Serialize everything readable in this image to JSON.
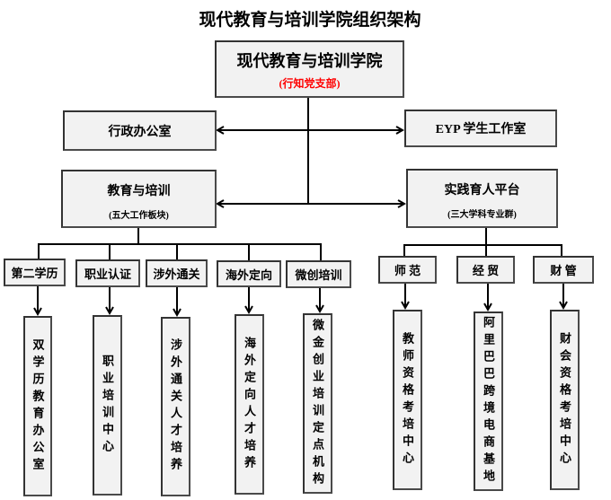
{
  "title": "现代教育与培训学院组织架构",
  "colors": {
    "box_fill": "#f2f2f2",
    "box_border": "#4a4a4a",
    "party_branch_text": "#ff0000",
    "connector": "#000000"
  },
  "root": {
    "name": "现代教育与培训学院",
    "subtitle": "(行知党支部)"
  },
  "admin_office": {
    "name": "行政办公室"
  },
  "eyp_studio": {
    "name": "EYP 学生工作室"
  },
  "education": {
    "name": "教育与培训",
    "subtitle": "(五大工作板块)",
    "sectors": [
      {
        "name": "第二学历",
        "unit": "双学历教育办公室"
      },
      {
        "name": "职业认证",
        "unit": "职业培训中心"
      },
      {
        "name": "涉外通关",
        "unit": "涉外通关人才培养"
      },
      {
        "name": "海外定向",
        "unit": "海外定向人才培养"
      },
      {
        "name": "微创培训",
        "unit": "微金创业培训定点机构"
      }
    ]
  },
  "practice": {
    "name": "实践育人平台",
    "subtitle": "(三大学科专业群)",
    "disciplines": [
      {
        "name": "师 范",
        "unit": "教师资格考培中心"
      },
      {
        "name": "经 贸",
        "unit": "阿里巴巴跨境电商基地"
      },
      {
        "name": "财 管",
        "unit": "财会资格考培中心"
      }
    ]
  }
}
